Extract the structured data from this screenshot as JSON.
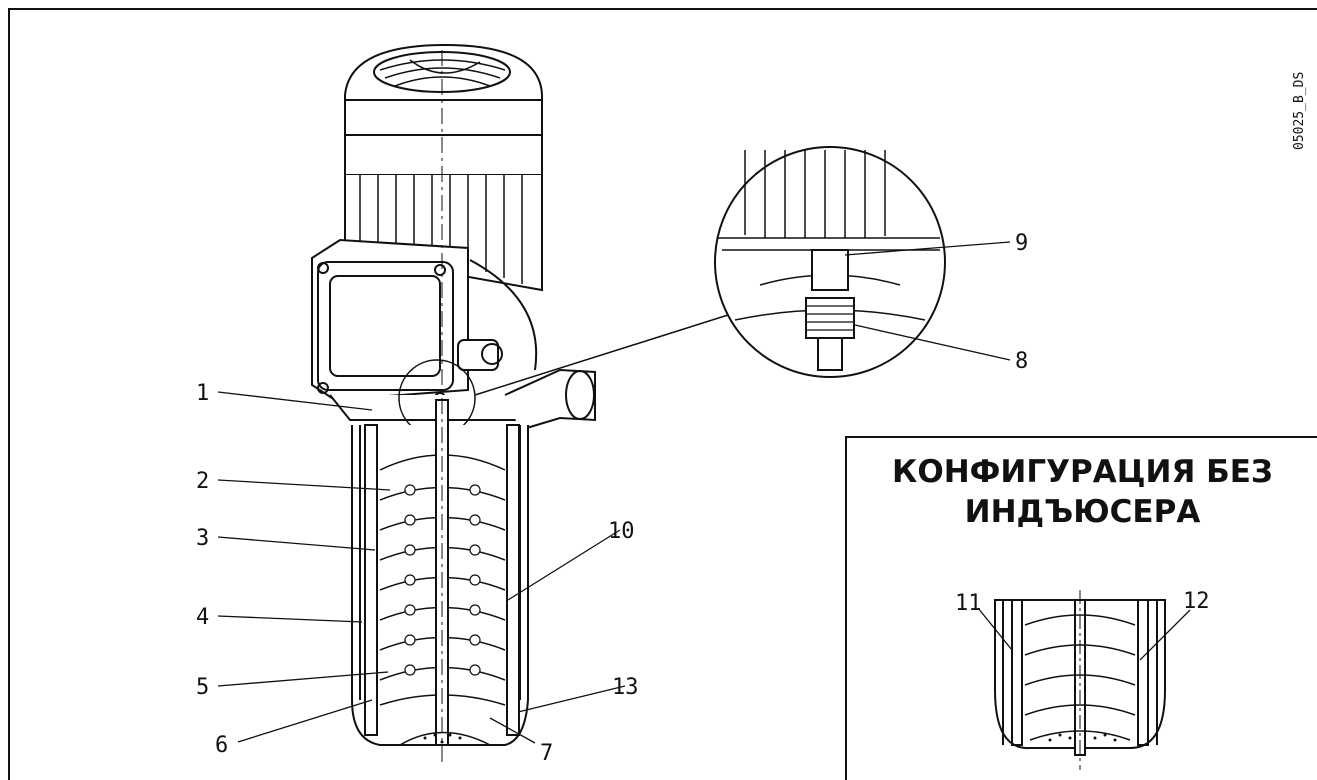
{
  "drawing_code": "05025_B_DS",
  "inset": {
    "title_line1": "КОНФИГУРАЦИЯ БЕЗ",
    "title_line2": "ИНДЪЮСЕРА"
  },
  "callouts": [
    "1",
    "2",
    "3",
    "4",
    "5",
    "6",
    "7",
    "8",
    "9",
    "10",
    "11",
    "12",
    "13"
  ]
}
